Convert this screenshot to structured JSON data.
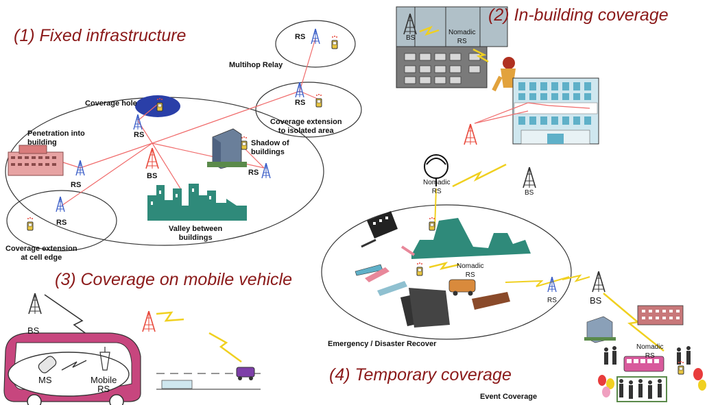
{
  "sections": {
    "s1": "(1) Fixed infrastructure",
    "s2": "(2) In-building coverage",
    "s3": "(3) Coverage on mobile vehicle",
    "s4": "(4) Temporary coverage"
  },
  "fixed": {
    "multihop": "Multihop Relay",
    "coverage_hole": "Coverage hole",
    "cov_ext_isolated": "Coverage extension\nto isolated area",
    "penetration": "Penetration into\nbuilding",
    "shadow": "Shadow of\nbuildings",
    "valley": "Valley between\nbuildings",
    "cov_ext_edge": "Coverage extension\nat cell edge",
    "rs": "RS",
    "bs": "BS"
  },
  "inbuilding": {
    "bs": "BS",
    "nomadic_rs": "Nomadic\nRS"
  },
  "mobile": {
    "bs": "BS",
    "ms": "MS",
    "mobile_rs": "Mobile\nRS"
  },
  "temporary": {
    "nomadic_rs": "Nomadic\nRS",
    "bs": "BS",
    "rs": "RS",
    "emergency": "Emergency / Disaster Recover",
    "event": "Event Coverage"
  },
  "colors": {
    "section_title": "#8b1a1a",
    "link_red": "#f06a6a",
    "wireless_yellow": "#f0d020",
    "tower_red": "#e8493c",
    "tower_blue": "#3c5fc8",
    "ellipse": "#333333"
  }
}
